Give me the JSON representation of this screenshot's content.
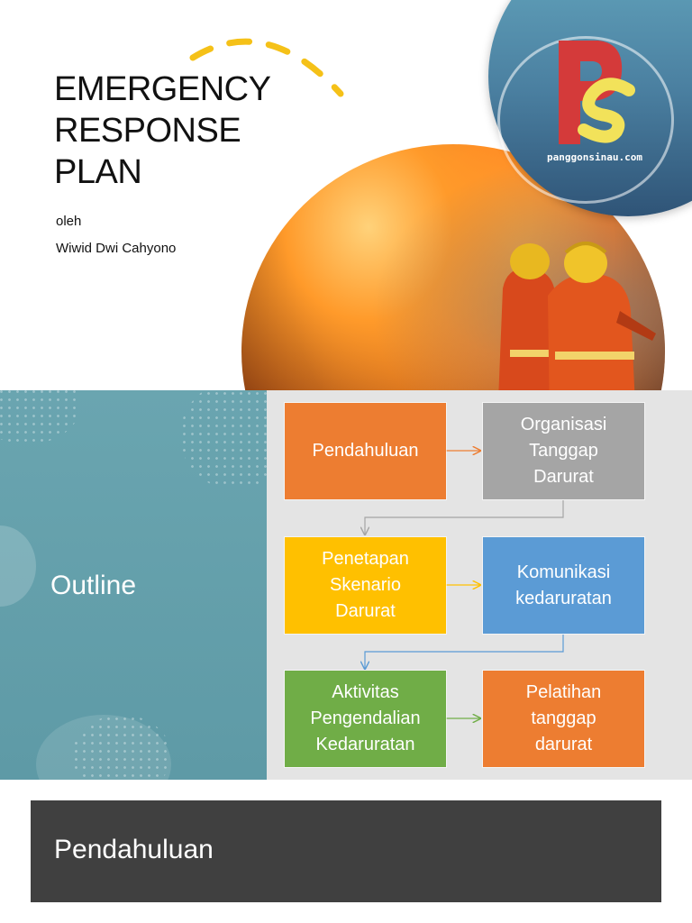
{
  "slide1": {
    "title_lines": [
      "EMERGENCY",
      "RESPONSE",
      "PLAN"
    ],
    "by_label": "oleh",
    "author": "Wiwid Dwi Cahyono",
    "logo": {
      "url_text": "panggonsinau.com",
      "letters": "PS"
    },
    "colors": {
      "arc": "#f5c118",
      "logo_red": "#d43a3a",
      "logo_yellow": "#f2e25a",
      "logo_bg": "#4a7fa0"
    },
    "photo_icon": "firefighters-photo"
  },
  "slide2": {
    "title": "Outline",
    "boxes": [
      {
        "label": "Pendahuluan",
        "color": "#ed7d31"
      },
      {
        "label": "Organisasi\nTanggap\nDarurat",
        "color": "#a5a5a5"
      },
      {
        "label": "Penetapan\nSkenario\nDarurat",
        "color": "#ffc000"
      },
      {
        "label": "Komunikasi\nkedaruratan",
        "color": "#5b9bd5"
      },
      {
        "label": "Aktivitas\nPengendalian\nKedaruratan",
        "color": "#70ad47"
      },
      {
        "label": "Pelatihan\ntanggap\ndarurat",
        "color": "#ed7d31"
      }
    ]
  },
  "slide3": {
    "title": "Pendahuluan"
  }
}
